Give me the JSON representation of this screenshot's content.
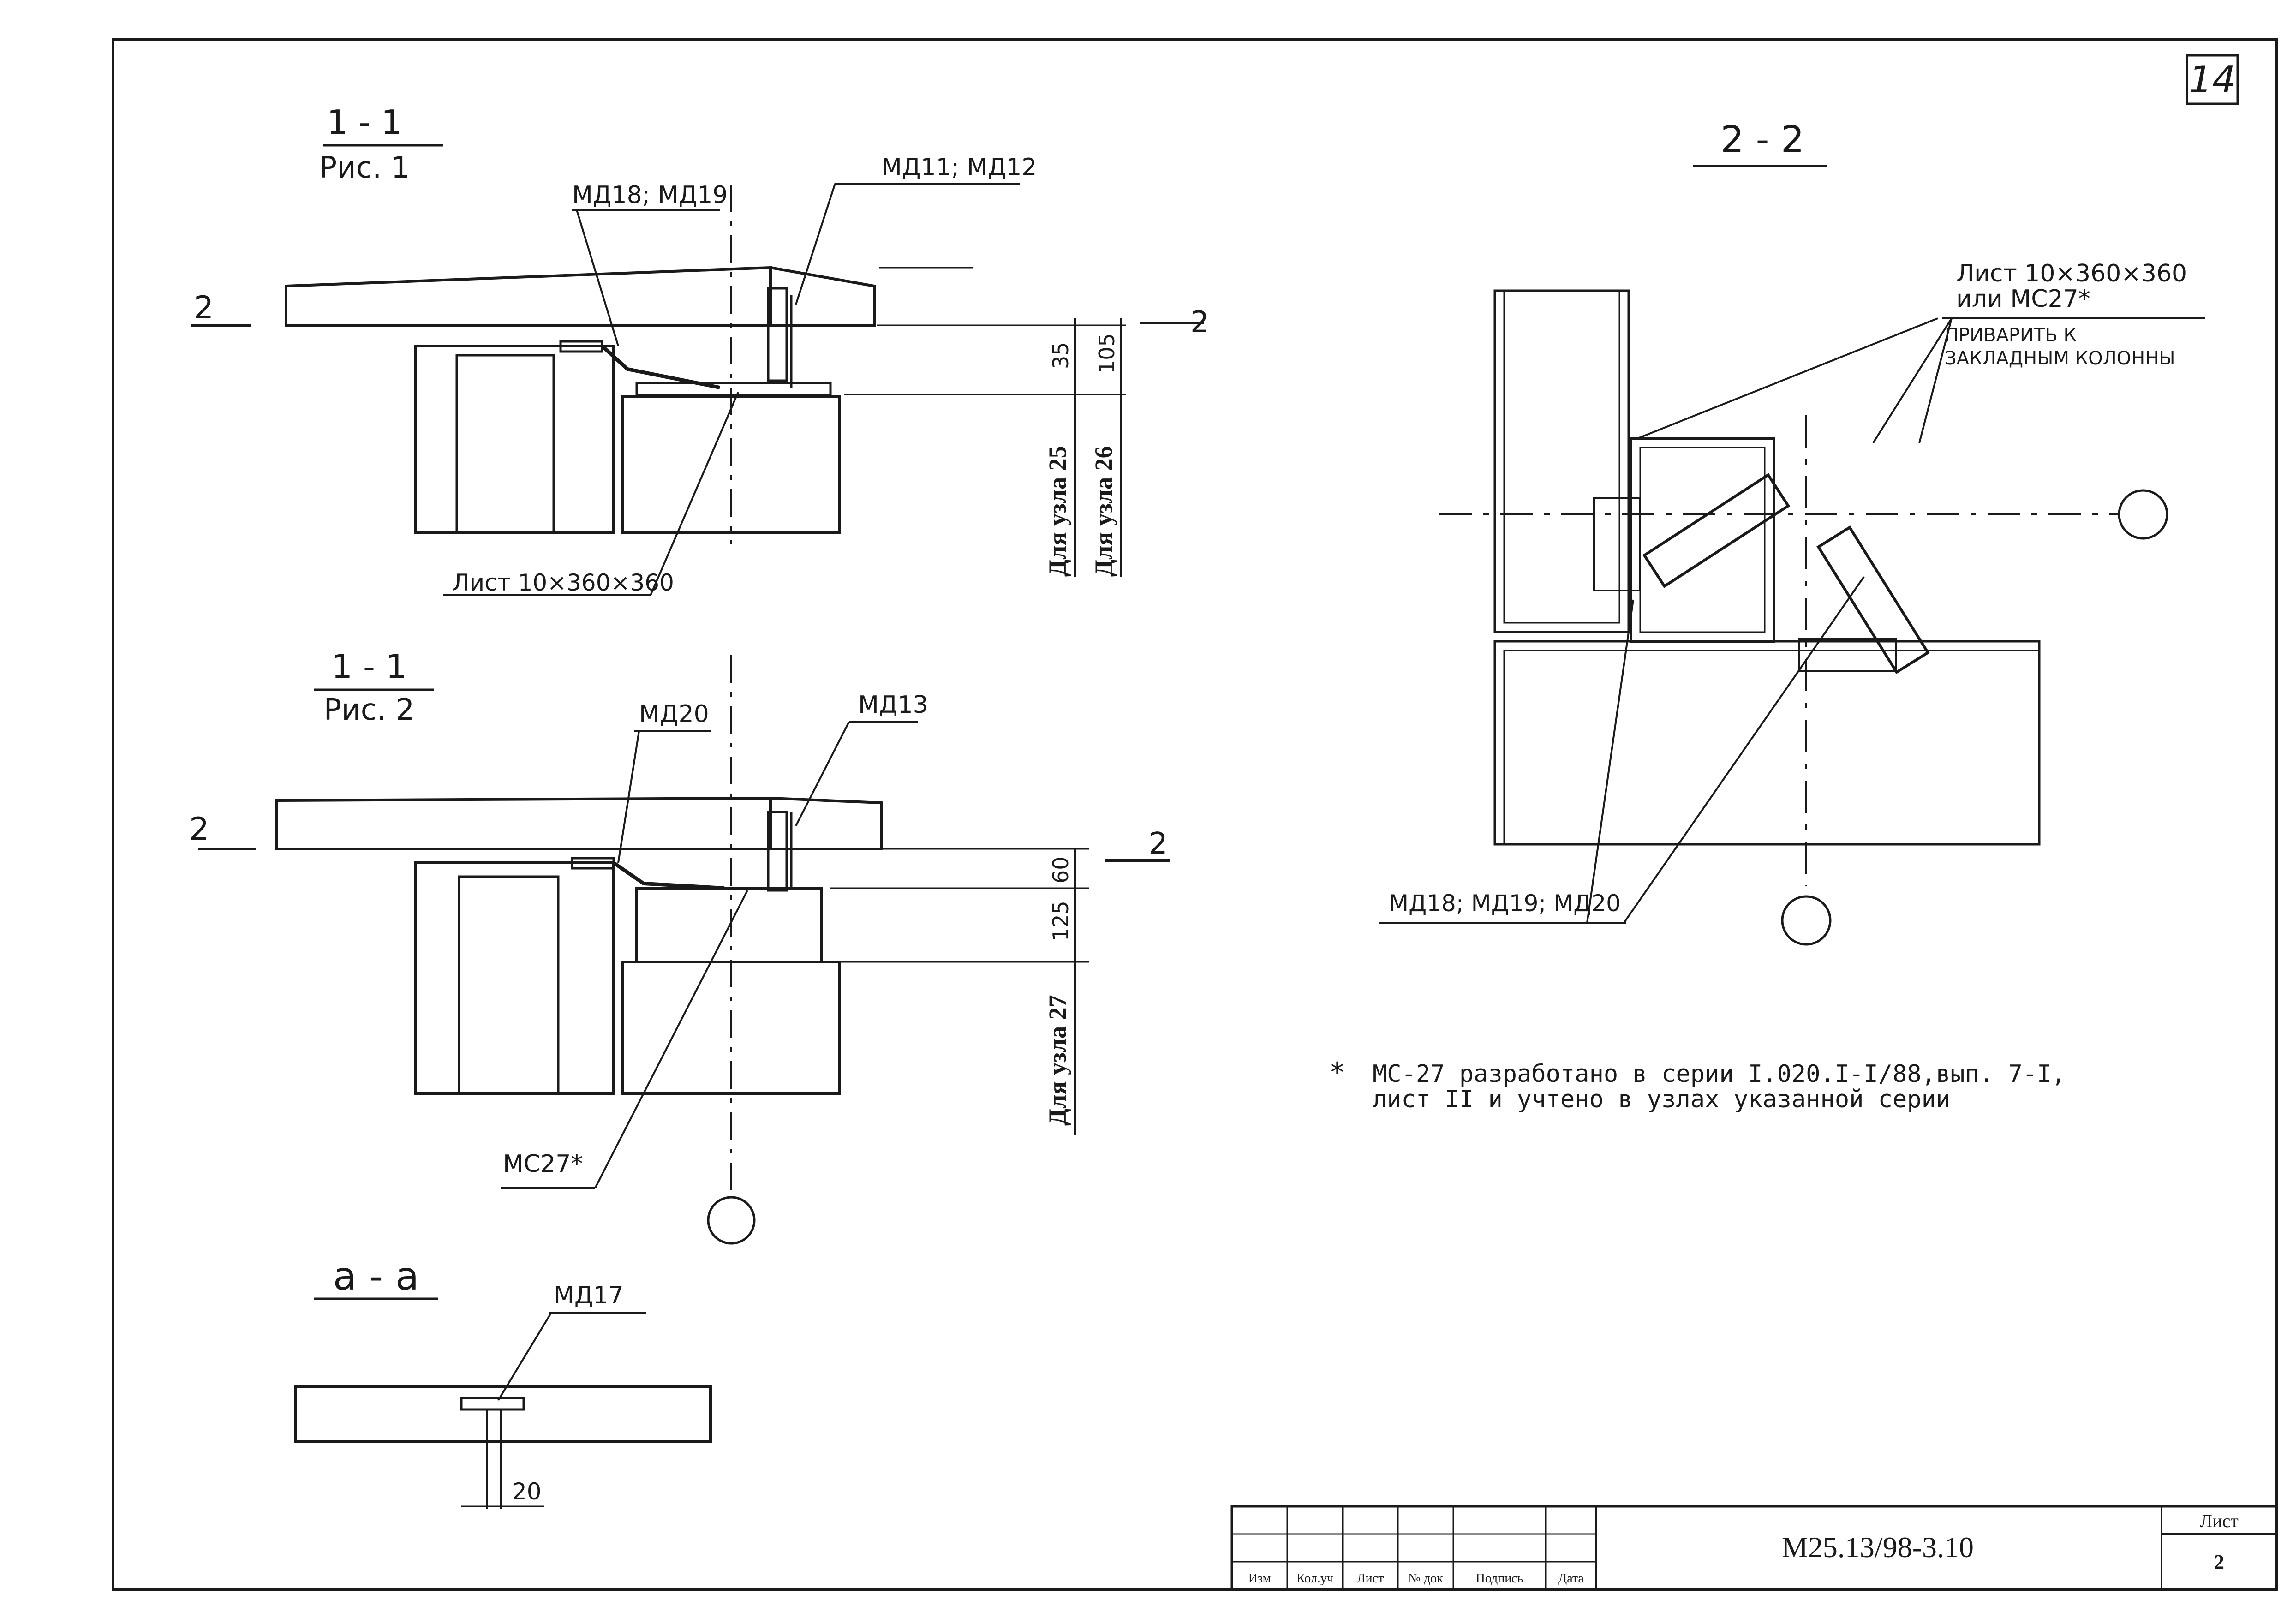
{
  "sheet_number": "14",
  "sections": {
    "s1_title": "1 - 1",
    "s1_sub": "Рис. 1",
    "s2_title": "1 - 1",
    "s2_sub": "Рис. 2",
    "s3_title": "2 - 2",
    "s4_title": "а - а",
    "cut_marker": "2"
  },
  "labels": {
    "md18_19": "МД18; МД19",
    "md11_12": "МД11; МД12",
    "list_10": "Лист 10×360×360",
    "md20": "МД20",
    "md13": "МД13",
    "mc27": "МС27*",
    "md17": "МД17",
    "dim_20": "20",
    "list_right_1": "Лист 10×360×360",
    "list_right_2": "или МС27*",
    "weld_note_1": "ПРИВАРИТЬ К",
    "weld_note_2": "ЗАКЛАДНЫМ КОЛОННЫ",
    "md18_19_20": "МД18; МД19; МД20"
  },
  "dimensions": {
    "d35": "35",
    "d105": "105",
    "uzel25": "Для узла 25",
    "uzel26": "Для узла 26",
    "d60": "60",
    "d125": "125",
    "uzel27": "Для узла 27"
  },
  "footnote": {
    "line1": "МС-27 разработано в серии I.020.I-I/88,вып. 7-I,",
    "line2": "лист II и учтено в узлах указанной серии"
  },
  "title_block": {
    "code": "М25.13/98-3.10",
    "sheet_label": "Лист",
    "sheet_value": "2",
    "cols": [
      "Изм",
      "Кол.уч",
      "Лист",
      "№ док",
      "Подпись",
      "Дата"
    ]
  }
}
